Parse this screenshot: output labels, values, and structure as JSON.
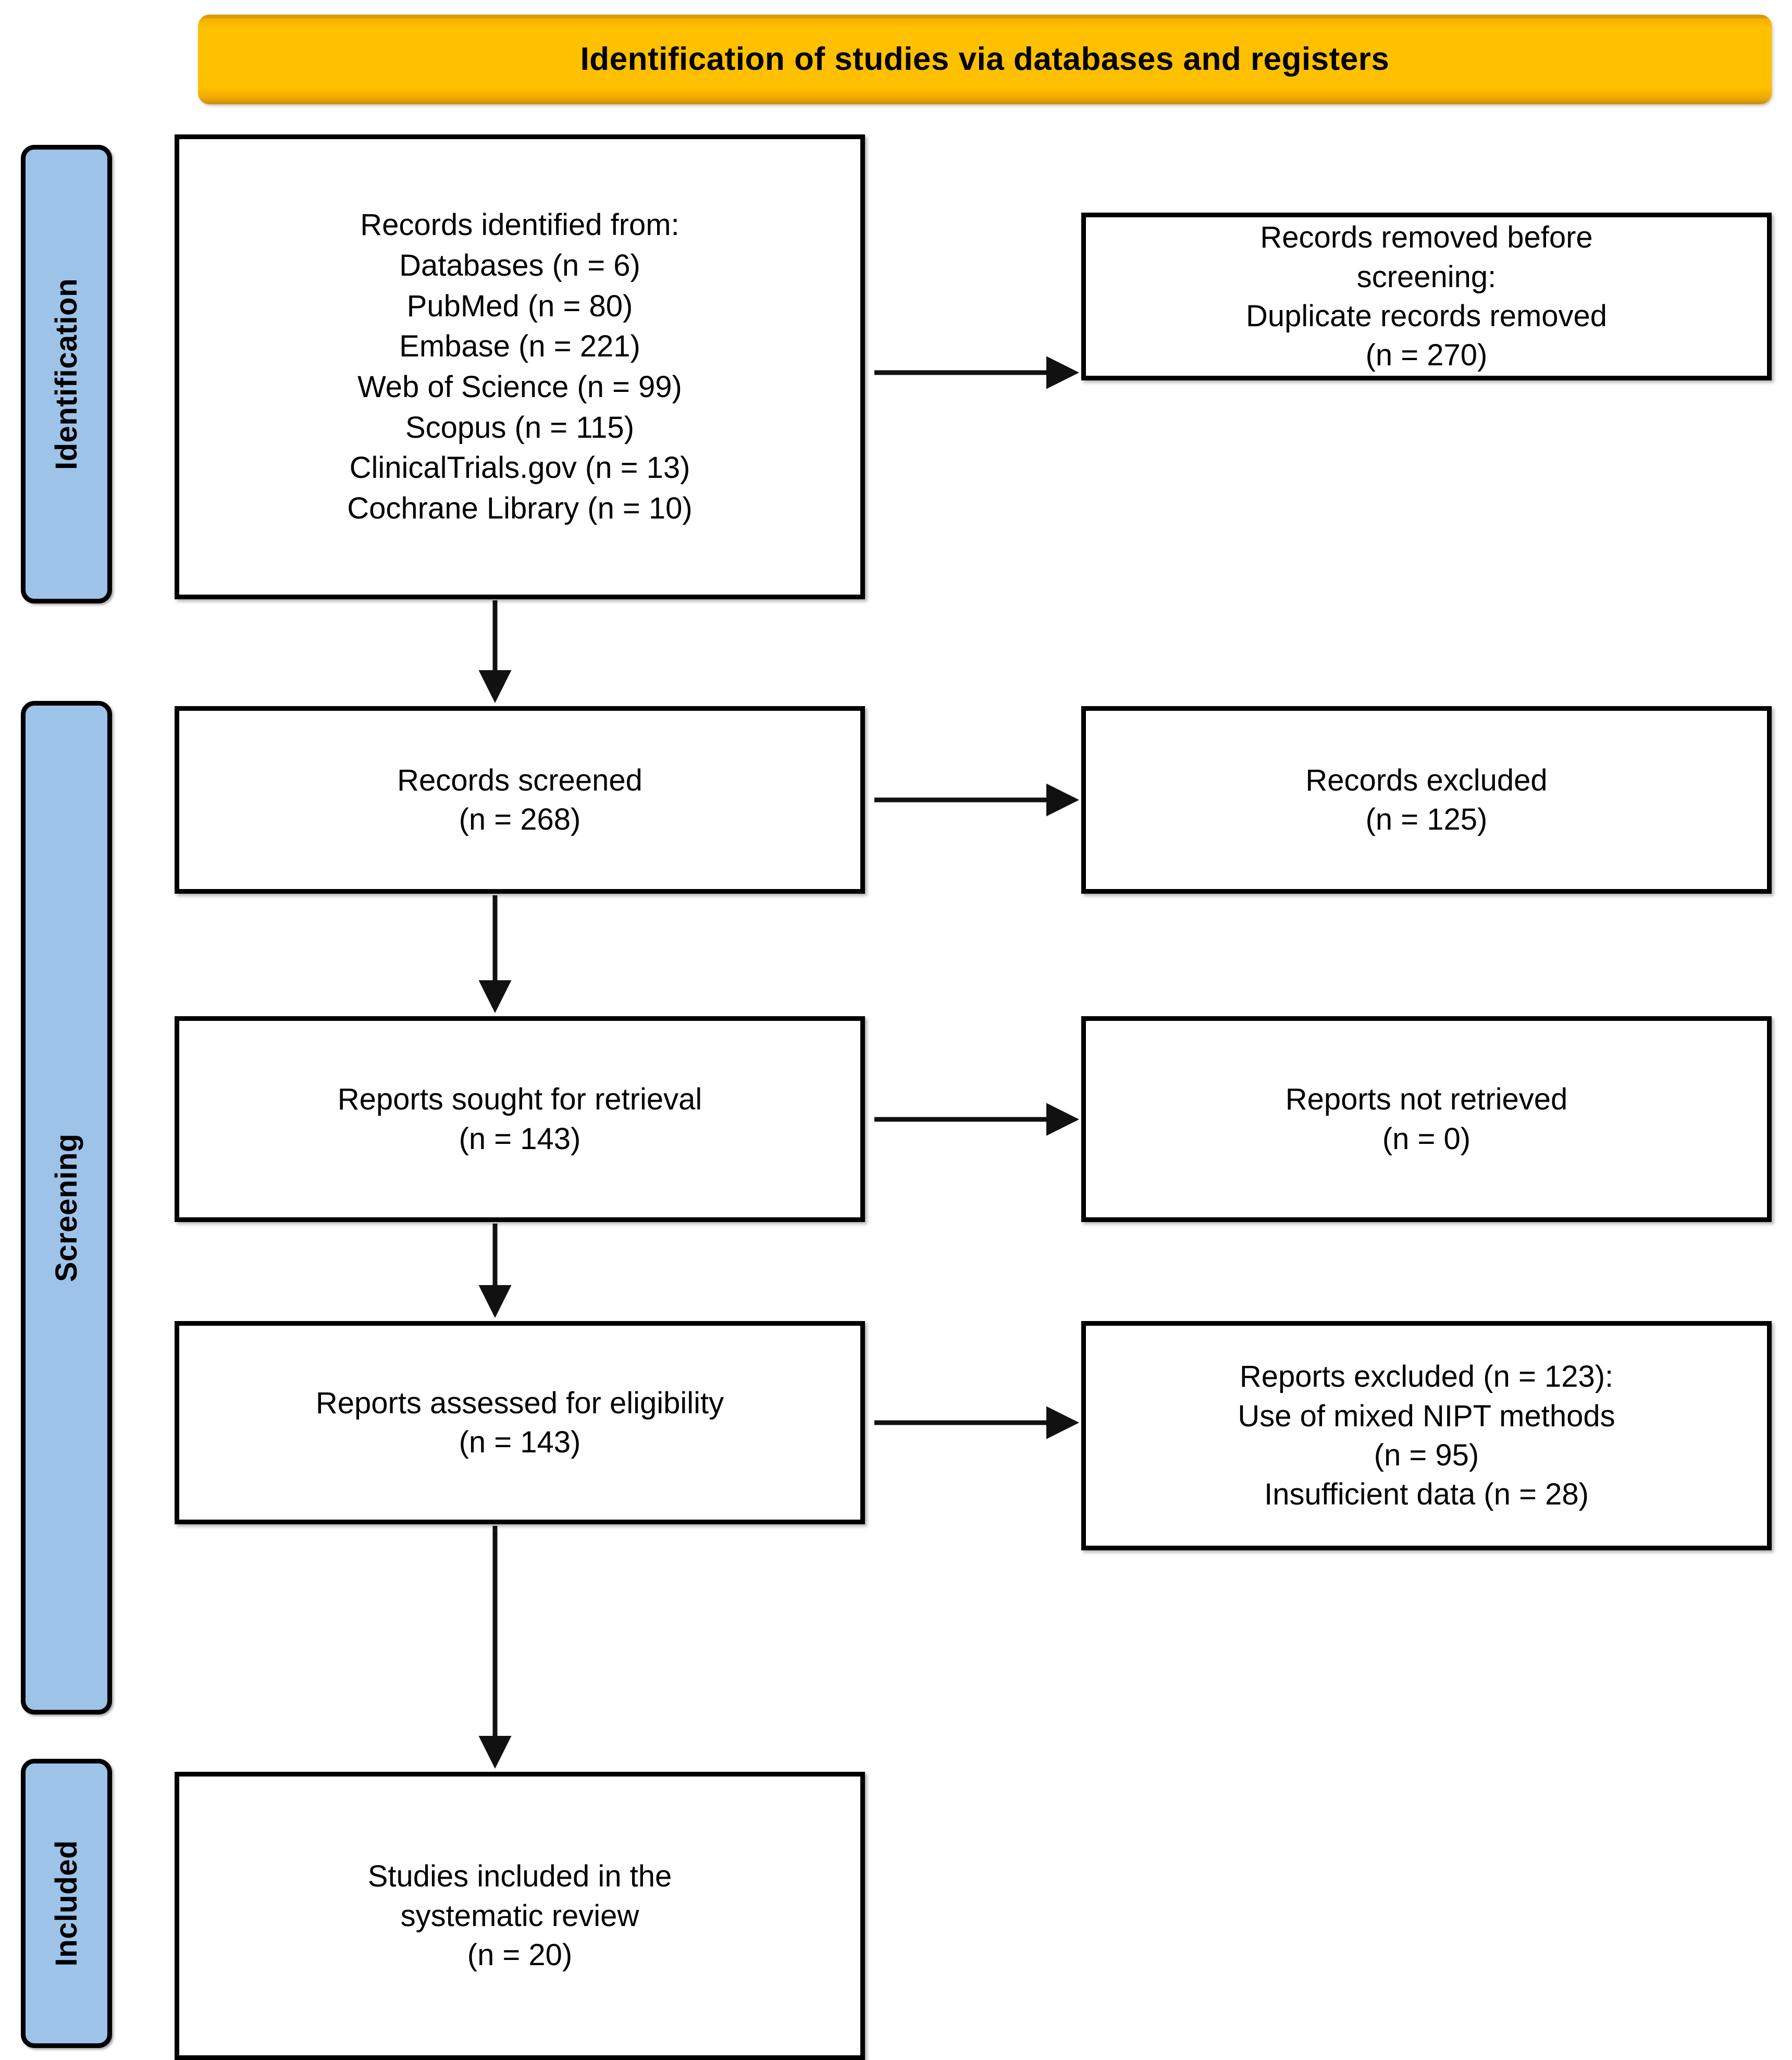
{
  "banner": {
    "title": "Identification of studies via databases and registers"
  },
  "stages": [
    {
      "id": "identification",
      "label": "Identification"
    },
    {
      "id": "screening",
      "label": "Screening"
    },
    {
      "id": "included",
      "label": "Included"
    }
  ],
  "boxes": {
    "identified": "Records identified from:\nDatabases (n = 6)\nPubMed (n = 80)\nEmbase (n = 221)\nWeb of Science (n = 99)\nScopus (n = 115)\nClinicalTrials.gov (n = 13)\nCochrane Library (n = 10)",
    "removed": "Records removed before\nscreening:\nDuplicate records removed\n(n = 270)",
    "screened": "Records screened\n(n = 268)",
    "records_excluded": "Records excluded\n(n = 125)",
    "sought": "Reports sought for retrieval\n(n = 143)",
    "not_retrieved": "Reports not retrieved\n(n = 0)",
    "assessed": "Reports assessed for eligibility\n(n = 143)",
    "reports_excluded": "Reports excluded (n = 123):\nUse of mixed NIPT methods\n(n = 95)\nInsufficient data (n = 28)",
    "included": "Studies included in the\nsystematic review\n(n = 20)"
  },
  "counts": {
    "databases": 6,
    "pubmed": 80,
    "embase": 221,
    "web_of_science": 99,
    "scopus": 115,
    "clinicaltrials_gov": 13,
    "cochrane_library": 10,
    "duplicates_removed": 270,
    "records_screened": 268,
    "records_excluded": 125,
    "reports_sought": 143,
    "reports_not_retrieved": 0,
    "reports_assessed": 143,
    "reports_excluded_total": 123,
    "excluded_mixed_nipt": 95,
    "excluded_insufficient_data": 28,
    "studies_included": 20
  },
  "colors": {
    "banner": "#ffc000",
    "stage_bar": "#9dc3e9",
    "box_border": "#000000",
    "box_fill": "#ffffff",
    "text": "#000000"
  }
}
